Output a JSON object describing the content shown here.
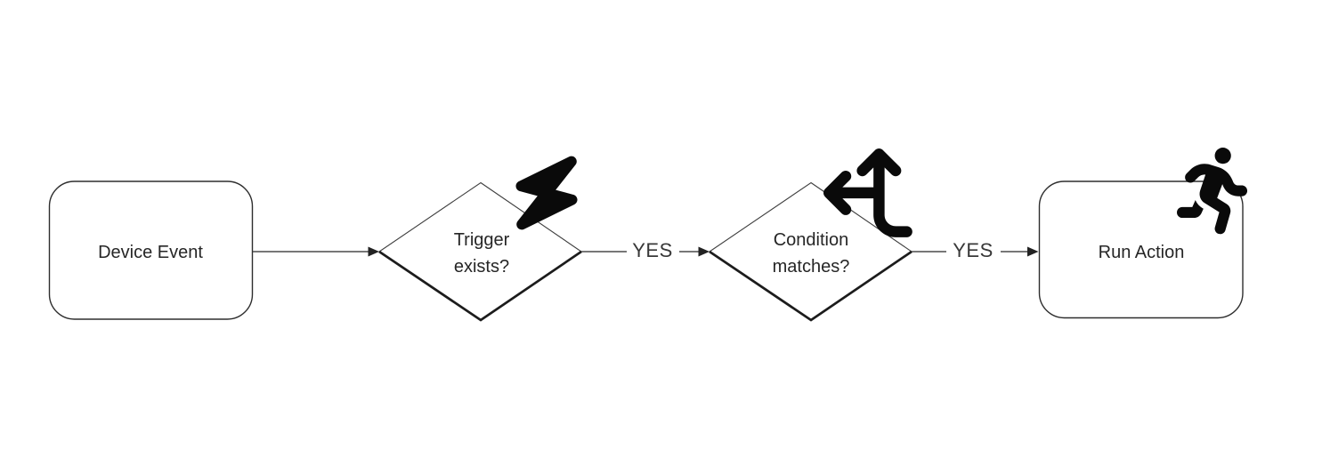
{
  "diagram": {
    "type": "flowchart",
    "background": "#ffffff",
    "nodes": [
      {
        "id": "device-event",
        "shape": "rounded-rectangle",
        "label": "Device Event",
        "icon": null
      },
      {
        "id": "trigger-exists",
        "shape": "diamond",
        "label": "Trigger exists?",
        "label_lines": [
          "Trigger",
          "exists?"
        ],
        "icon": "lightning-bolt-icon"
      },
      {
        "id": "condition-matches",
        "shape": "diamond",
        "label": "Condition matches?",
        "label_lines": [
          "Condition",
          "matches?"
        ],
        "icon": "route-split-arrows-icon"
      },
      {
        "id": "run-action",
        "shape": "rounded-rectangle",
        "label": "Run Action",
        "icon": "person-running-icon"
      }
    ],
    "edges": [
      {
        "from": "device-event",
        "to": "trigger-exists",
        "label": ""
      },
      {
        "from": "trigger-exists",
        "to": "condition-matches",
        "label": "YES"
      },
      {
        "from": "condition-matches",
        "to": "run-action",
        "label": "YES"
      }
    ],
    "colors": {
      "node_fill": "#ffffff",
      "node_stroke": "#2e2e2e",
      "edge_stroke": "#4a4a4a",
      "icon_fill": "#0a0a0a",
      "text": "#262626"
    }
  }
}
